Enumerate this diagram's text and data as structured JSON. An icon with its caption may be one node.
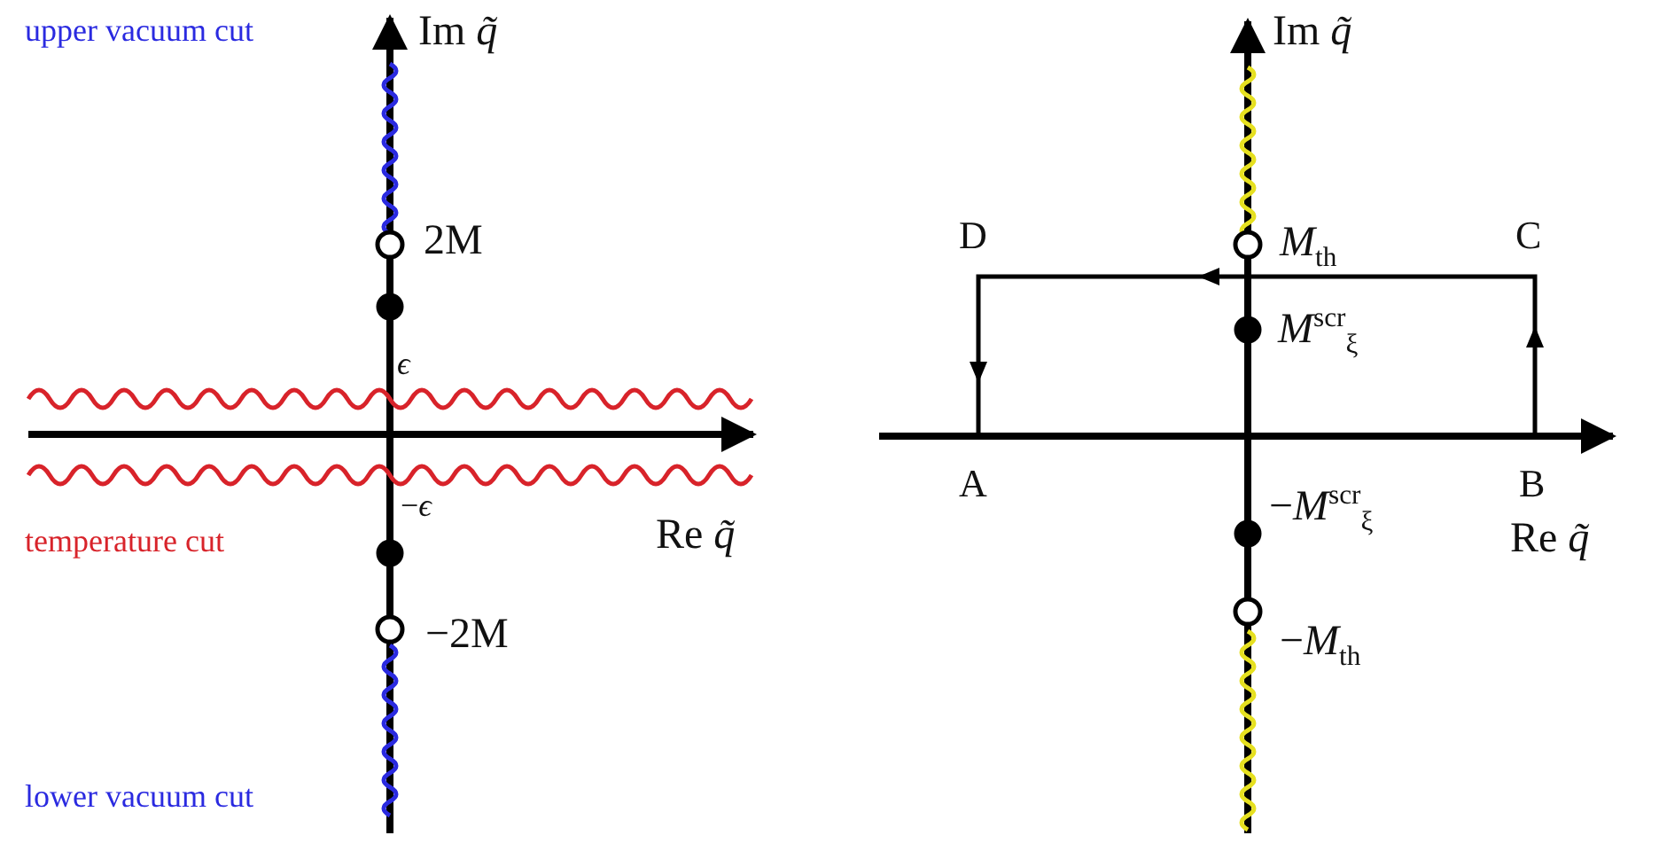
{
  "diagram": {
    "labels": [
      "upper vacuum cut",
      "Im *q̃*",
      "2M",
      "*ϵ*",
      "−*ϵ*",
      "temperature cut",
      "Re *q̃*",
      "−2M",
      "lower vacuum cut",
      "Im *q̃*",
      "D",
      "*M*$_{th}$",
      "C",
      "*M*$^{scr}$$_{ξ}$",
      "A",
      "B",
      "−*M*$^{scr}$$_{ξ}$",
      "Re *q̃*",
      "−*M*$_{th}$"
    ]
  }
}
